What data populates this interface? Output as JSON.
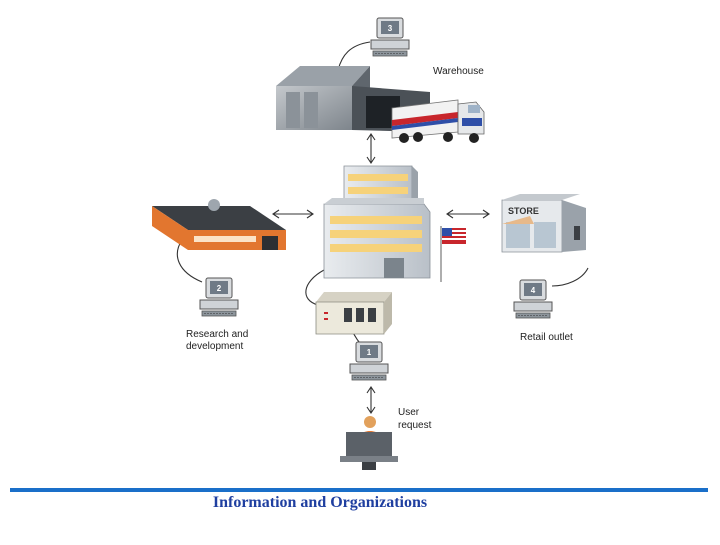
{
  "labels": {
    "warehouse": "Warehouse",
    "store_sign": "STORE",
    "research_line1": "Research and",
    "research_line2": "development",
    "retail": "Retail outlet",
    "user_line1": "User",
    "user_line2": "request"
  },
  "terminals": {
    "t1": "1",
    "t2": "2",
    "t3": "3",
    "t4": "4"
  },
  "caption": "Information and Organizations",
  "colors": {
    "rule": "#1a6fc9",
    "caption": "#1f3fa0",
    "building_orange": "#e2762f",
    "truck_red": "#c8262c",
    "truck_blue": "#2f4fa8"
  }
}
